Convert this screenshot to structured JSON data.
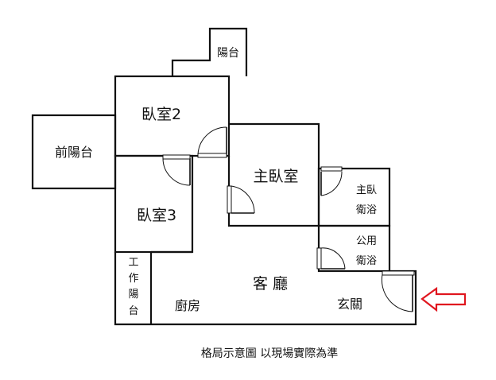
{
  "rooms": {
    "balcony_top": "陽台",
    "bedroom2": "臥室2",
    "front_balcony": "前陽台",
    "bedroom3": "臥室3",
    "master_bedroom": "主臥室",
    "master_bath_line1": "主臥",
    "master_bath_line2": "衛浴",
    "public_bath_line1": "公用",
    "public_bath_line2": "衛浴",
    "work_balcony": [
      "工",
      "作",
      "陽",
      "台"
    ],
    "living_room": "客 廳",
    "kitchen": "廚房",
    "entrance": "玄關"
  },
  "caption": "格局示意圖 以現場實際為準",
  "colors": {
    "walls": "#111111",
    "entry_arrow": "#e0161f"
  },
  "icons": {
    "entry_arrow": "entry-arrow-icon",
    "door": "door-swing-icon"
  }
}
